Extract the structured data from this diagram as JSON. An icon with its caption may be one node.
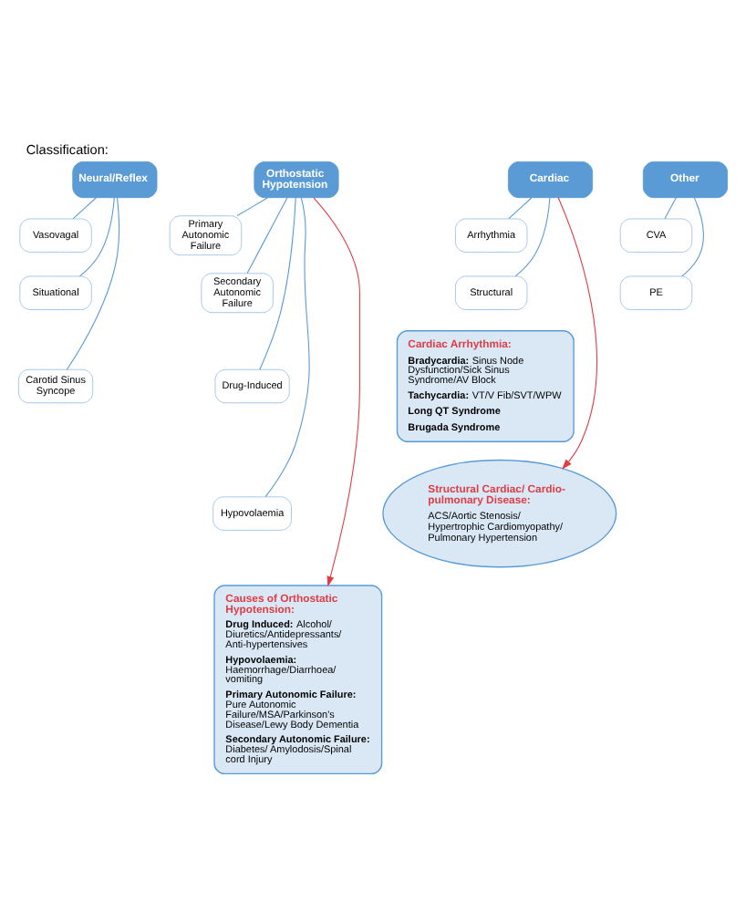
{
  "diagram": {
    "title": "Classification:",
    "nodes": [
      {
        "text": [
          "Neural/Reflex"
        ]
      },
      {
        "text": [
          "Vasovagal"
        ]
      },
      {
        "text": [
          "Situational"
        ]
      },
      {
        "text": [
          "Carotid Sinus Syncope"
        ]
      },
      {
        "text": [
          "Orthostatic Hypotension"
        ]
      },
      {
        "text": [
          "Primary Autonomic Failure"
        ]
      },
      {
        "text": [
          "Secondary Autonomic Failure"
        ]
      },
      {
        "text": [
          "Drug-Induced"
        ]
      },
      {
        "text": [
          "Hypovolaemia"
        ]
      },
      {
        "text": [
          "Cardiac"
        ]
      },
      {
        "text": [
          "Arrhythmia"
        ]
      },
      {
        "text": [
          "Structural"
        ]
      },
      {
        "text": [
          "Other"
        ]
      },
      {
        "text": [
          "CVA"
        ]
      },
      {
        "text": [
          "PE"
        ]
      },
      {
        "text": [
          "Causes of Orthostatic Hypotension:",
          "**Drug Induced:** Alcohol/ Diuretics/Antidepressants/ Anti-hypertensives",
          "**Hypovolaemia:** Haemorrhage/Diarrhoea/ vomiting",
          "**Primary Autonomic Failure:** Pure Autonomic Failure/MSA/Parkinson's Disease/Lewy Body Dementia",
          "**Secondary Autonomic Failure:** Diabetes/ Amylodosis/Spinal cord Injury"
        ]
      },
      {
        "text": [
          "Cardiac Arrhythmia:",
          "**Bradycardia:** Sinus Node Dysfunction/Sick Sinus Syndrome/AV Block",
          "**Tachycardia:** VT/V Fib/SVT/WPW",
          "Long QT Syndrome",
          "Brugada Syndrome"
        ]
      },
      {
        "text": [
          "Structural Cardiac/ Cardio-pulmonary Disease:",
          "ACS/Aortic Stenosis/ Hypertrophic Cardiomyopathy/ Pulmonary Hypertension"
        ]
      }
    ],
    "edges": [
      {
        "from": 0,
        "to": 1,
        "arrow": "none"
      },
      {
        "from": 0,
        "to": 2,
        "arrow": "none"
      },
      {
        "from": 0,
        "to": 3,
        "arrow": "none"
      },
      {
        "from": 4,
        "to": 5,
        "arrow": "none"
      },
      {
        "from": 4,
        "to": 6,
        "arrow": "none"
      },
      {
        "from": 4,
        "to": 7,
        "arrow": "none"
      },
      {
        "from": 4,
        "to": 8,
        "arrow": "none"
      },
      {
        "from": 9,
        "to": 10,
        "arrow": "none"
      },
      {
        "from": 9,
        "to": 11,
        "arrow": "none"
      },
      {
        "from": 12,
        "to": 13,
        "arrow": "none"
      },
      {
        "from": 12,
        "to": 14,
        "arrow": "none"
      },
      {
        "from": 4,
        "to": 15,
        "arrow": "to",
        "color": "#e03c45"
      },
      {
        "from": 9,
        "to": 17,
        "arrow": "to",
        "color": "#e03c45"
      }
    ]
  }
}
